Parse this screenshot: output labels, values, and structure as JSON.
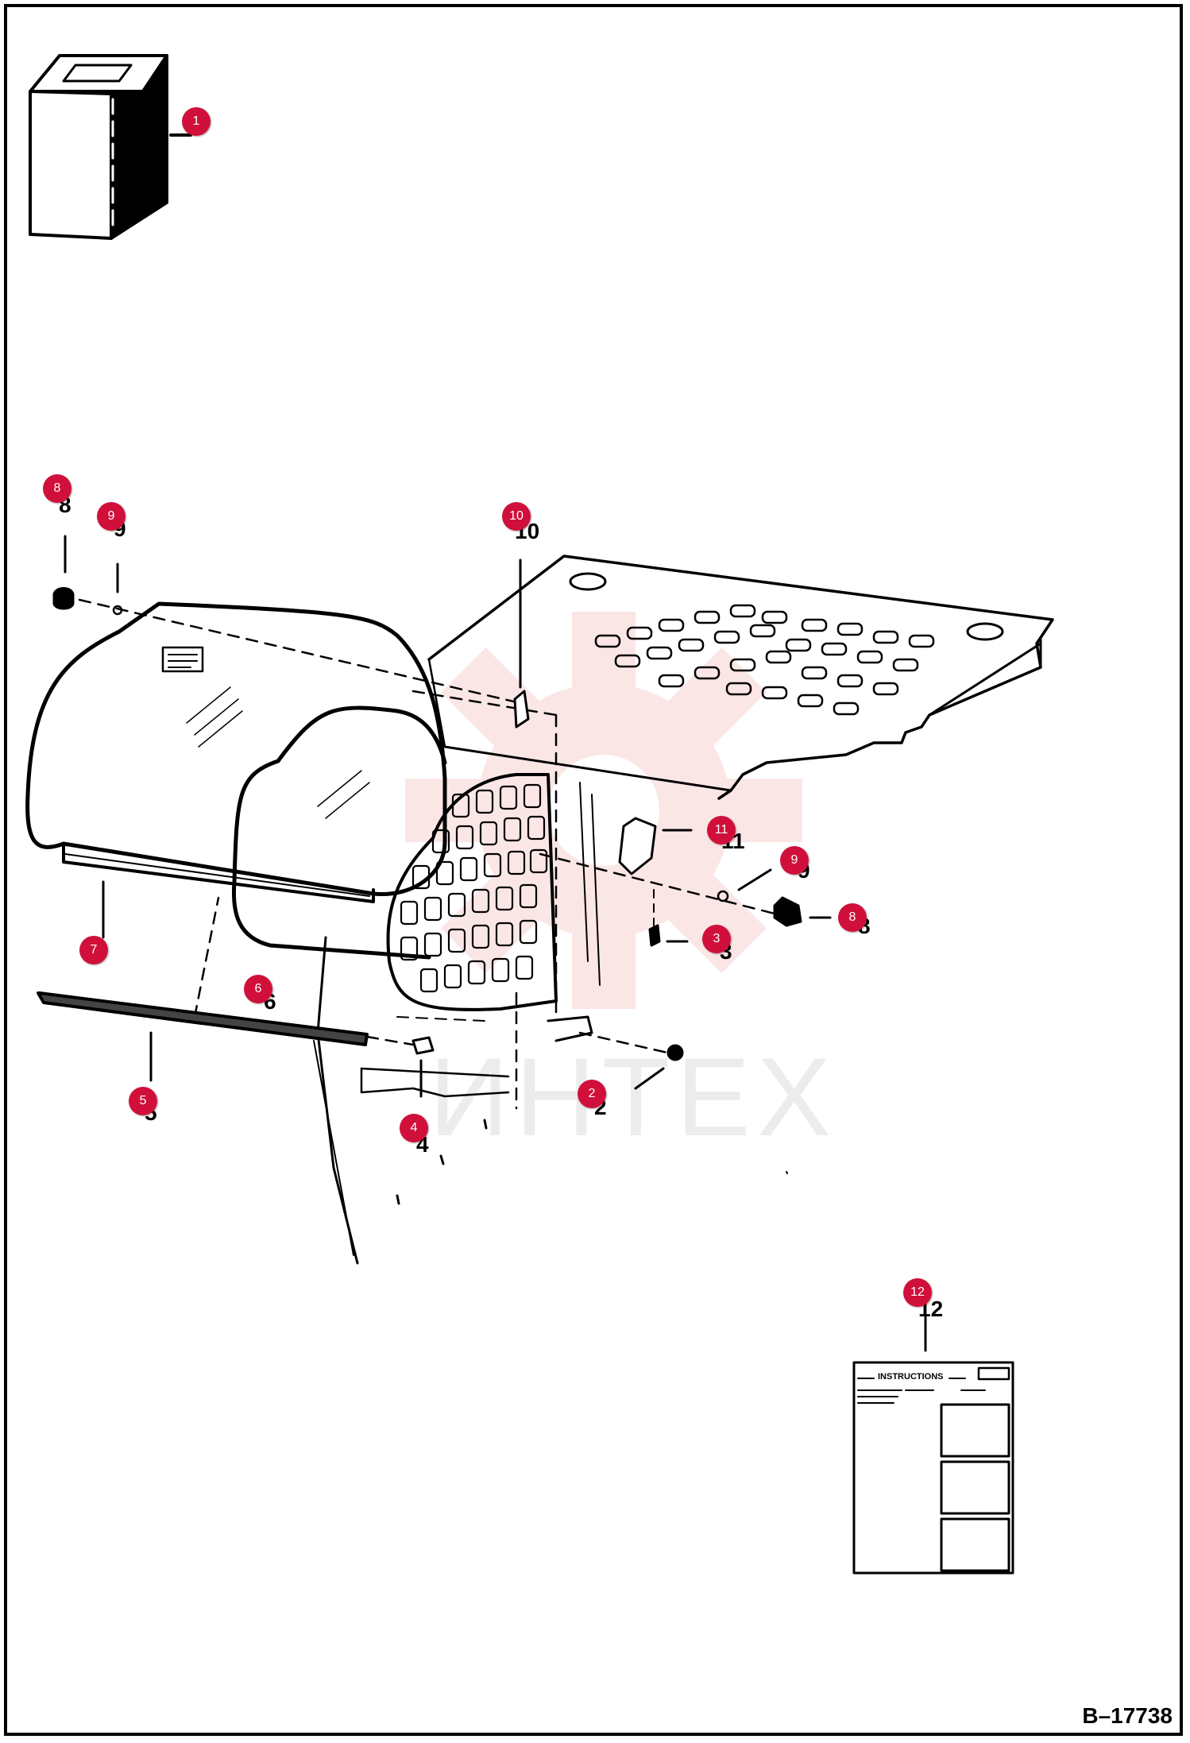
{
  "document": {
    "id": "B–17738",
    "watermark": "ИНТЕХ"
  },
  "instruction_sheet": {
    "title": "INSTRUCTIONS"
  },
  "callouts": [
    {
      "num": "1"
    },
    {
      "num": "2"
    },
    {
      "num": "3"
    },
    {
      "num": "4"
    },
    {
      "num": "5"
    },
    {
      "num": "6"
    },
    {
      "num": "7"
    },
    {
      "num": "8"
    },
    {
      "num": "8"
    },
    {
      "num": "9"
    },
    {
      "num": "9"
    },
    {
      "num": "10"
    },
    {
      "num": "11"
    },
    {
      "num": "12"
    }
  ],
  "part_numbers": [
    {
      "num": "10"
    },
    {
      "num": "12"
    },
    {
      "num": "2"
    },
    {
      "num": "3"
    },
    {
      "num": "9"
    },
    {
      "num": "8"
    },
    {
      "num": "11"
    },
    {
      "num": "6"
    },
    {
      "num": "5"
    },
    {
      "num": "4"
    },
    {
      "num": "8"
    },
    {
      "num": "9"
    }
  ],
  "colors": {
    "callout": "#d0103a",
    "line": "#000000",
    "watermark": "#e84a4a"
  }
}
